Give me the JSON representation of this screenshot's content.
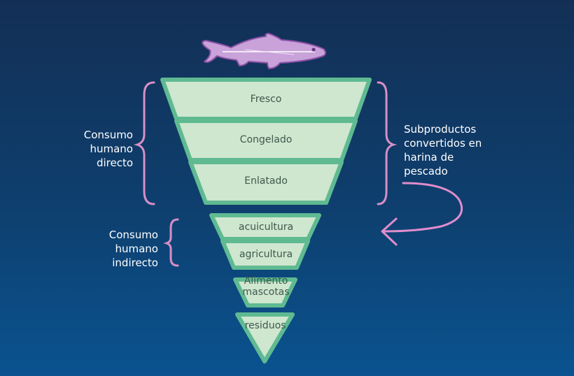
{
  "colors": {
    "tier_fill": "#cfe6cf",
    "tier_border": "#5fba92",
    "bracket": "#d78fc6",
    "arrow": "#e08dcc",
    "fish_fill": "#c8a2d8",
    "fish_stroke": "#8b4fa6",
    "text_white": "#ffffff",
    "tier_text": "#3d5a4c"
  },
  "icons": {
    "fish": "fish-icon",
    "arrow": "curved-arrow-icon"
  },
  "tiers": [
    {
      "name": "tier-fresco",
      "label": "Fresco"
    },
    {
      "name": "tier-congelado",
      "label": "Congelado"
    },
    {
      "name": "tier-enlatado",
      "label": "Enlatado"
    },
    {
      "name": "tier-acuicultura",
      "label": "acuicultura"
    },
    {
      "name": "tier-agricultura",
      "label": "agricultura"
    },
    {
      "name": "tier-alimento-mascotas",
      "label": "Alimento mascotas"
    },
    {
      "name": "tier-residuos",
      "label": "residuos"
    }
  ],
  "labels": {
    "direct": "Consumo humano directo",
    "indirect": "Consumo humano indirecto",
    "byproducts": "Subproductos convertidos en harina de pescado"
  }
}
